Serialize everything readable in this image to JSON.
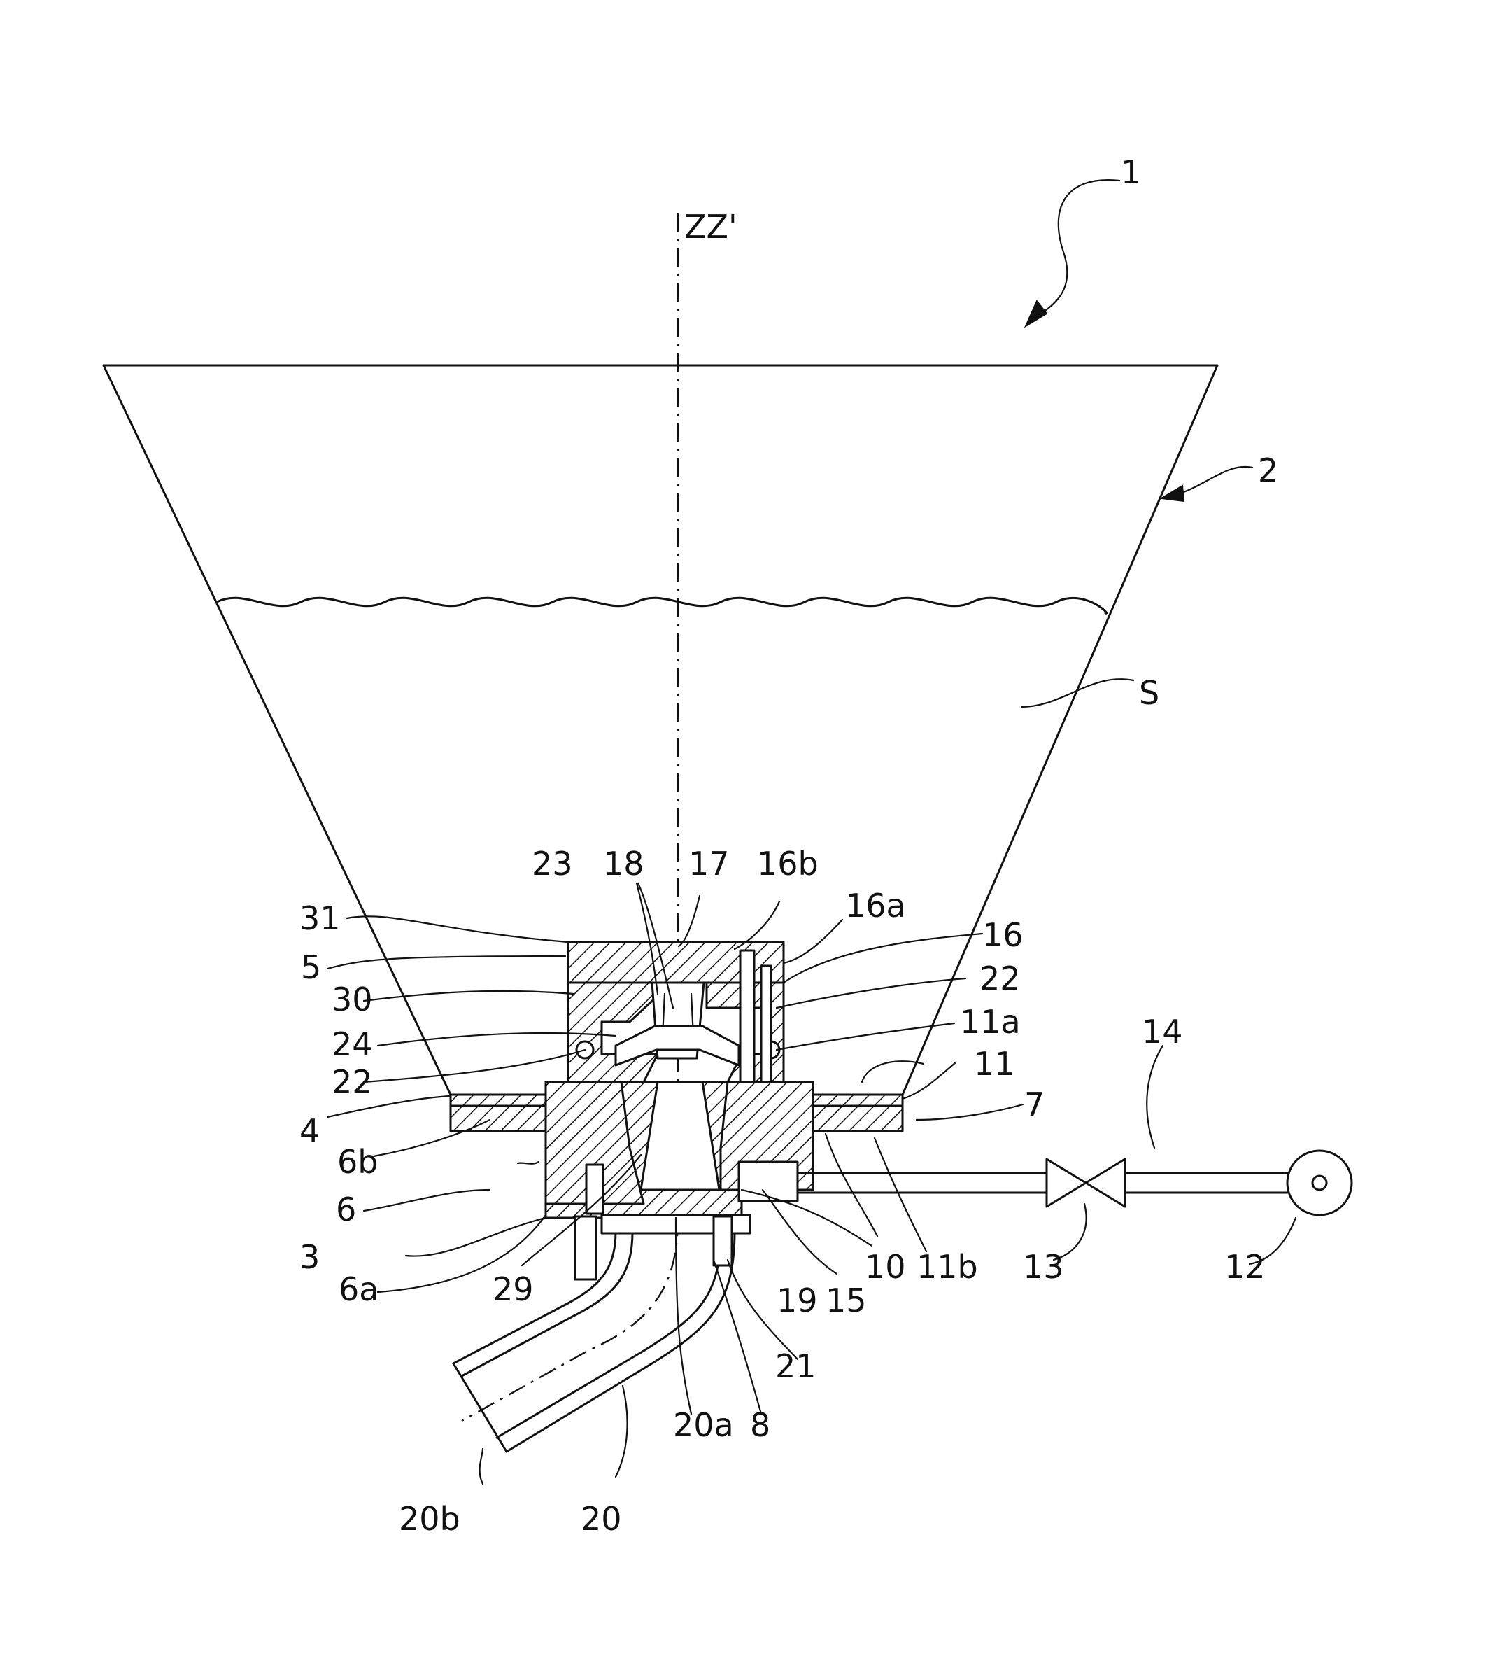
{
  "axis_label": "ZZ'",
  "labels": {
    "l1": "1",
    "l2": "2",
    "lS": "S",
    "l3": "3",
    "l4": "4",
    "l5": "5",
    "l6": "6",
    "l6a": "6a",
    "l6b": "6b",
    "l7": "7",
    "l8": "8",
    "l10": "10",
    "l11": "11",
    "l11a": "11a",
    "l11b": "11b",
    "l12": "12",
    "l13": "13",
    "l14": "14",
    "l15": "15",
    "l16": "16",
    "l16a": "16a",
    "l16b": "16b",
    "l17": "17",
    "l18": "18",
    "l19": "19",
    "l20": "20",
    "l20a": "20a",
    "l20b": "20b",
    "l21": "21",
    "l22a": "22",
    "l22b": "22",
    "l23": "23",
    "l24": "24",
    "l29": "29",
    "l30": "30",
    "l31": "31"
  }
}
